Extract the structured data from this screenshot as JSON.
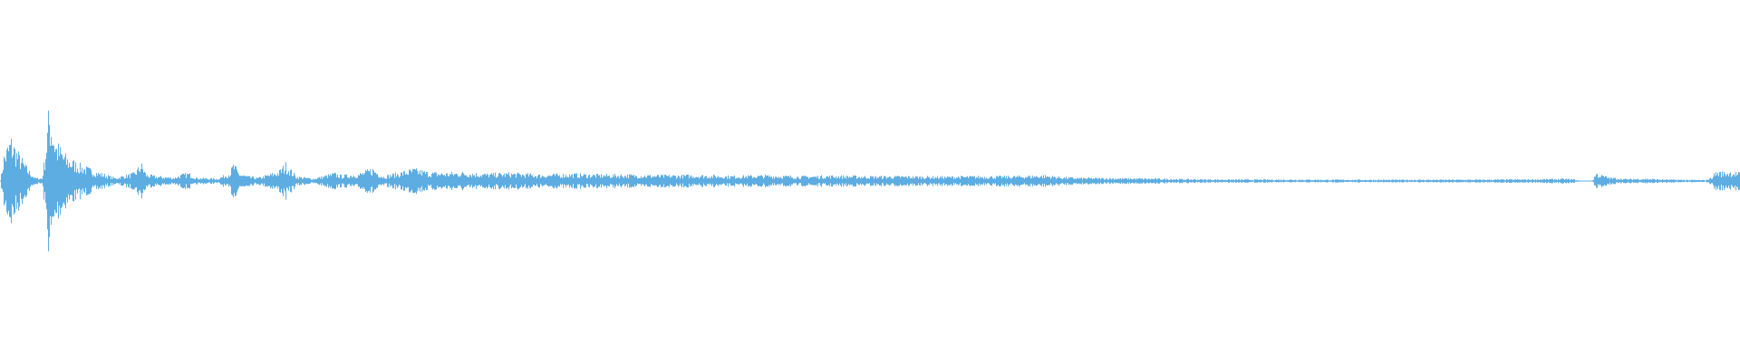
{
  "waveform": {
    "color": "#5dade2",
    "background": "#ffffff",
    "amplitude_scale": "linear",
    "envelope": [
      [
        0,
        0.0
      ],
      [
        0.002,
        0.16
      ],
      [
        0.006,
        0.27
      ],
      [
        0.01,
        0.18
      ],
      [
        0.016,
        0.07
      ],
      [
        0.02,
        0.02
      ],
      [
        0.024,
        0.018
      ],
      [
        0.026,
        0.2
      ],
      [
        0.028,
        0.46
      ],
      [
        0.032,
        0.24
      ],
      [
        0.038,
        0.15
      ],
      [
        0.046,
        0.1
      ],
      [
        0.056,
        0.055
      ],
      [
        0.062,
        0.035
      ],
      [
        0.066,
        0.02
      ],
      [
        0.077,
        0.05
      ],
      [
        0.081,
        0.11
      ],
      [
        0.084,
        0.04
      ],
      [
        0.09,
        0.03
      ],
      [
        0.1,
        0.022
      ],
      [
        0.104,
        0.04
      ],
      [
        0.108,
        0.05
      ],
      [
        0.113,
        0.02
      ],
      [
        0.125,
        0.015
      ],
      [
        0.132,
        0.055
      ],
      [
        0.134,
        0.11
      ],
      [
        0.137,
        0.05
      ],
      [
        0.142,
        0.03
      ],
      [
        0.148,
        0.02
      ],
      [
        0.16,
        0.06
      ],
      [
        0.164,
        0.11
      ],
      [
        0.17,
        0.03
      ],
      [
        0.18,
        0.015
      ],
      [
        0.192,
        0.05
      ],
      [
        0.196,
        0.035
      ],
      [
        0.206,
        0.045
      ],
      [
        0.214,
        0.08
      ],
      [
        0.22,
        0.03
      ],
      [
        0.23,
        0.055
      ],
      [
        0.238,
        0.075
      ],
      [
        0.246,
        0.055
      ],
      [
        0.256,
        0.05
      ],
      [
        0.266,
        0.055
      ],
      [
        0.28,
        0.045
      ],
      [
        0.294,
        0.05
      ],
      [
        0.31,
        0.04
      ],
      [
        0.33,
        0.045
      ],
      [
        0.345,
        0.04
      ],
      [
        0.36,
        0.04
      ],
      [
        0.38,
        0.036
      ],
      [
        0.4,
        0.038
      ],
      [
        0.42,
        0.032
      ],
      [
        0.44,
        0.036
      ],
      [
        0.46,
        0.03
      ],
      [
        0.48,
        0.034
      ],
      [
        0.5,
        0.03
      ],
      [
        0.52,
        0.03
      ],
      [
        0.54,
        0.028
      ],
      [
        0.56,
        0.03
      ],
      [
        0.58,
        0.03
      ],
      [
        0.6,
        0.036
      ],
      [
        0.61,
        0.025
      ],
      [
        0.62,
        0.02
      ],
      [
        0.64,
        0.018
      ],
      [
        0.66,
        0.016
      ],
      [
        0.68,
        0.012
      ],
      [
        0.7,
        0.01
      ],
      [
        0.75,
        0.009
      ],
      [
        0.8,
        0.008
      ],
      [
        0.85,
        0.009
      ],
      [
        0.88,
        0.011
      ],
      [
        0.9,
        0.014
      ],
      [
        0.905,
        0.01
      ],
      [
        0.907,
        0.002
      ],
      [
        0.915,
        0.002
      ],
      [
        0.917,
        0.05
      ],
      [
        0.919,
        0.04
      ],
      [
        0.925,
        0.022
      ],
      [
        0.935,
        0.012
      ],
      [
        0.945,
        0.015
      ],
      [
        0.955,
        0.01
      ],
      [
        0.98,
        0.006
      ],
      [
        0.983,
        0.02
      ],
      [
        0.986,
        0.06
      ],
      [
        0.99,
        0.055
      ],
      [
        0.995,
        0.06
      ],
      [
        1.0,
        0.05
      ]
    ]
  }
}
